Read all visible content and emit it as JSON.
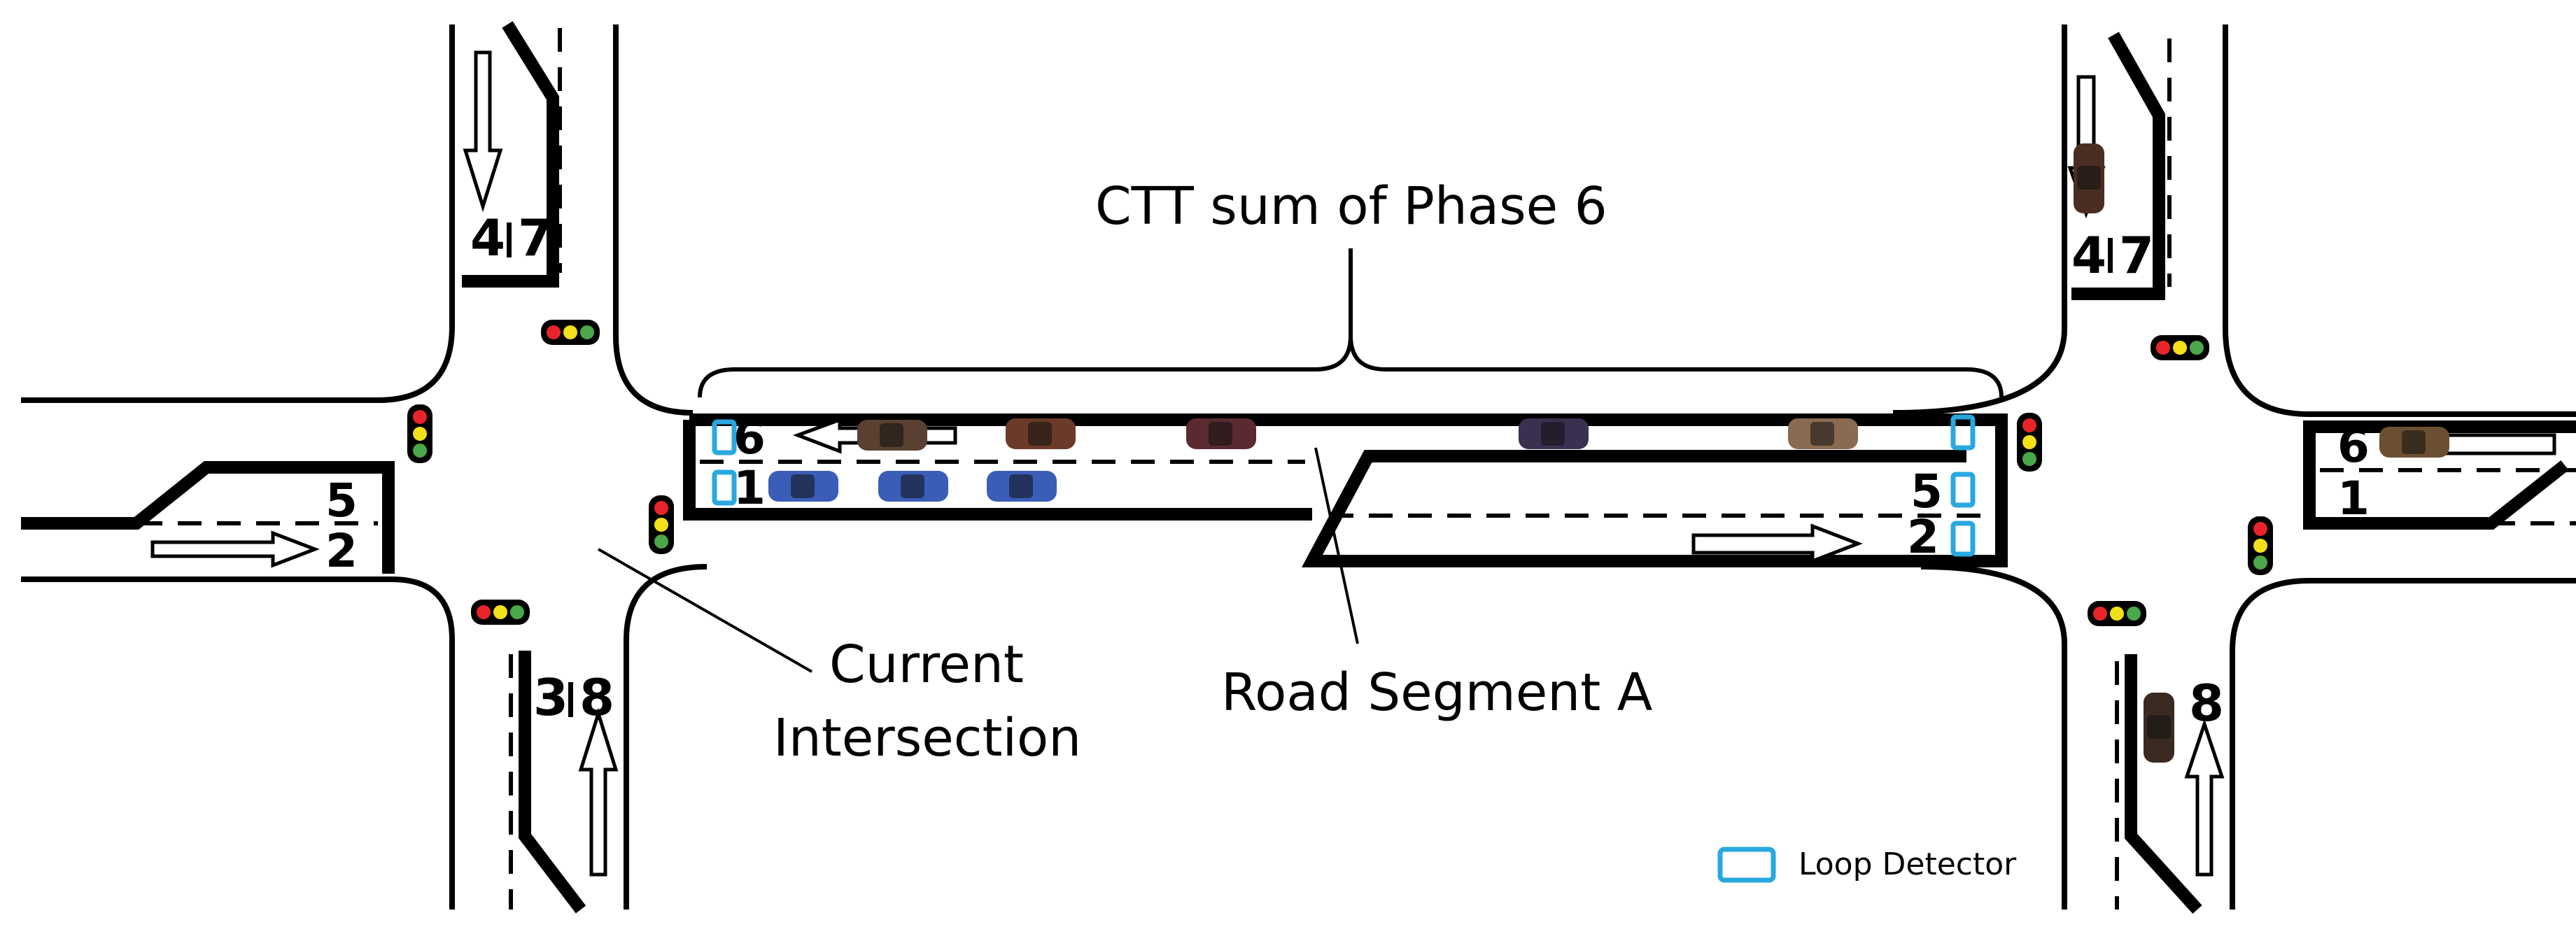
{
  "labels": {
    "ctt_sum": "CTT sum of Phase 6",
    "current_line1": "Current",
    "current_line2": "Intersection",
    "road_segment": "Road Segment A",
    "legend": "Loop Detector"
  },
  "phases": {
    "left_north": [
      "4",
      "7"
    ],
    "left_south": [
      "3",
      "8"
    ],
    "left_west_top": "5",
    "left_west_bottom": "2",
    "seg_west_top": "6",
    "seg_west_bottom": "1",
    "seg_east_top": "5",
    "seg_east_bottom": "2",
    "right_north": [
      "4",
      "7"
    ],
    "right_south": "8",
    "right_east_top": "6",
    "right_east_bottom": "1"
  },
  "colors": {
    "road": "#000000",
    "detector": "#29a8e0",
    "signal_red": "#e8242a",
    "signal_yellow": "#f2e01a",
    "signal_green": "#4aa84a",
    "queued_car": "#3a5db8"
  },
  "icons": [
    "traffic-signal-icon",
    "car-icon",
    "loop-detector-icon",
    "arrow-icon"
  ]
}
